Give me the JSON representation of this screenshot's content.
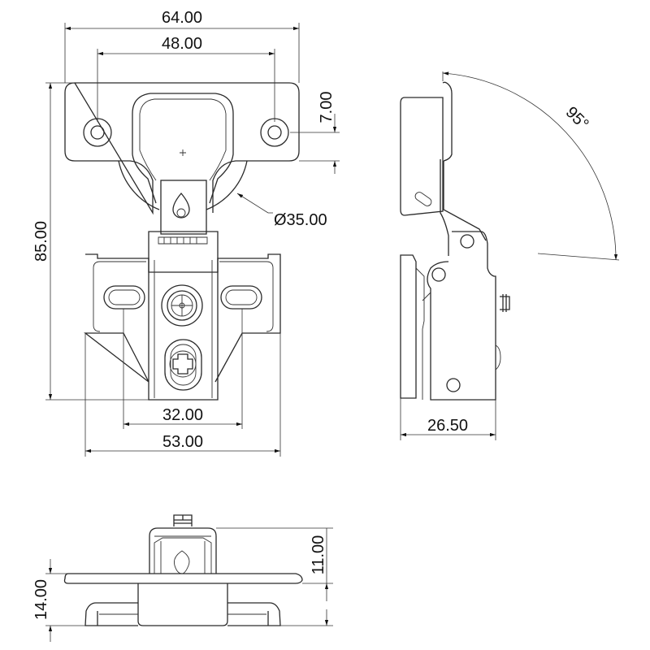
{
  "drawing": {
    "front_view": {
      "dim_overall_width": "64.00",
      "dim_hole_spacing": "48.00",
      "dim_hole_offset": "7.00",
      "dim_cup_diameter": "Ø35.00",
      "dim_overall_height": "85.00",
      "dim_plate_slot_spacing": "32.00",
      "dim_plate_width": "53.00"
    },
    "side_view": {
      "dim_opening_angle": "95°",
      "dim_depth": "26.50"
    },
    "bottom_view": {
      "dim_arm_height": "11.00",
      "dim_total_height": "14.00"
    }
  }
}
